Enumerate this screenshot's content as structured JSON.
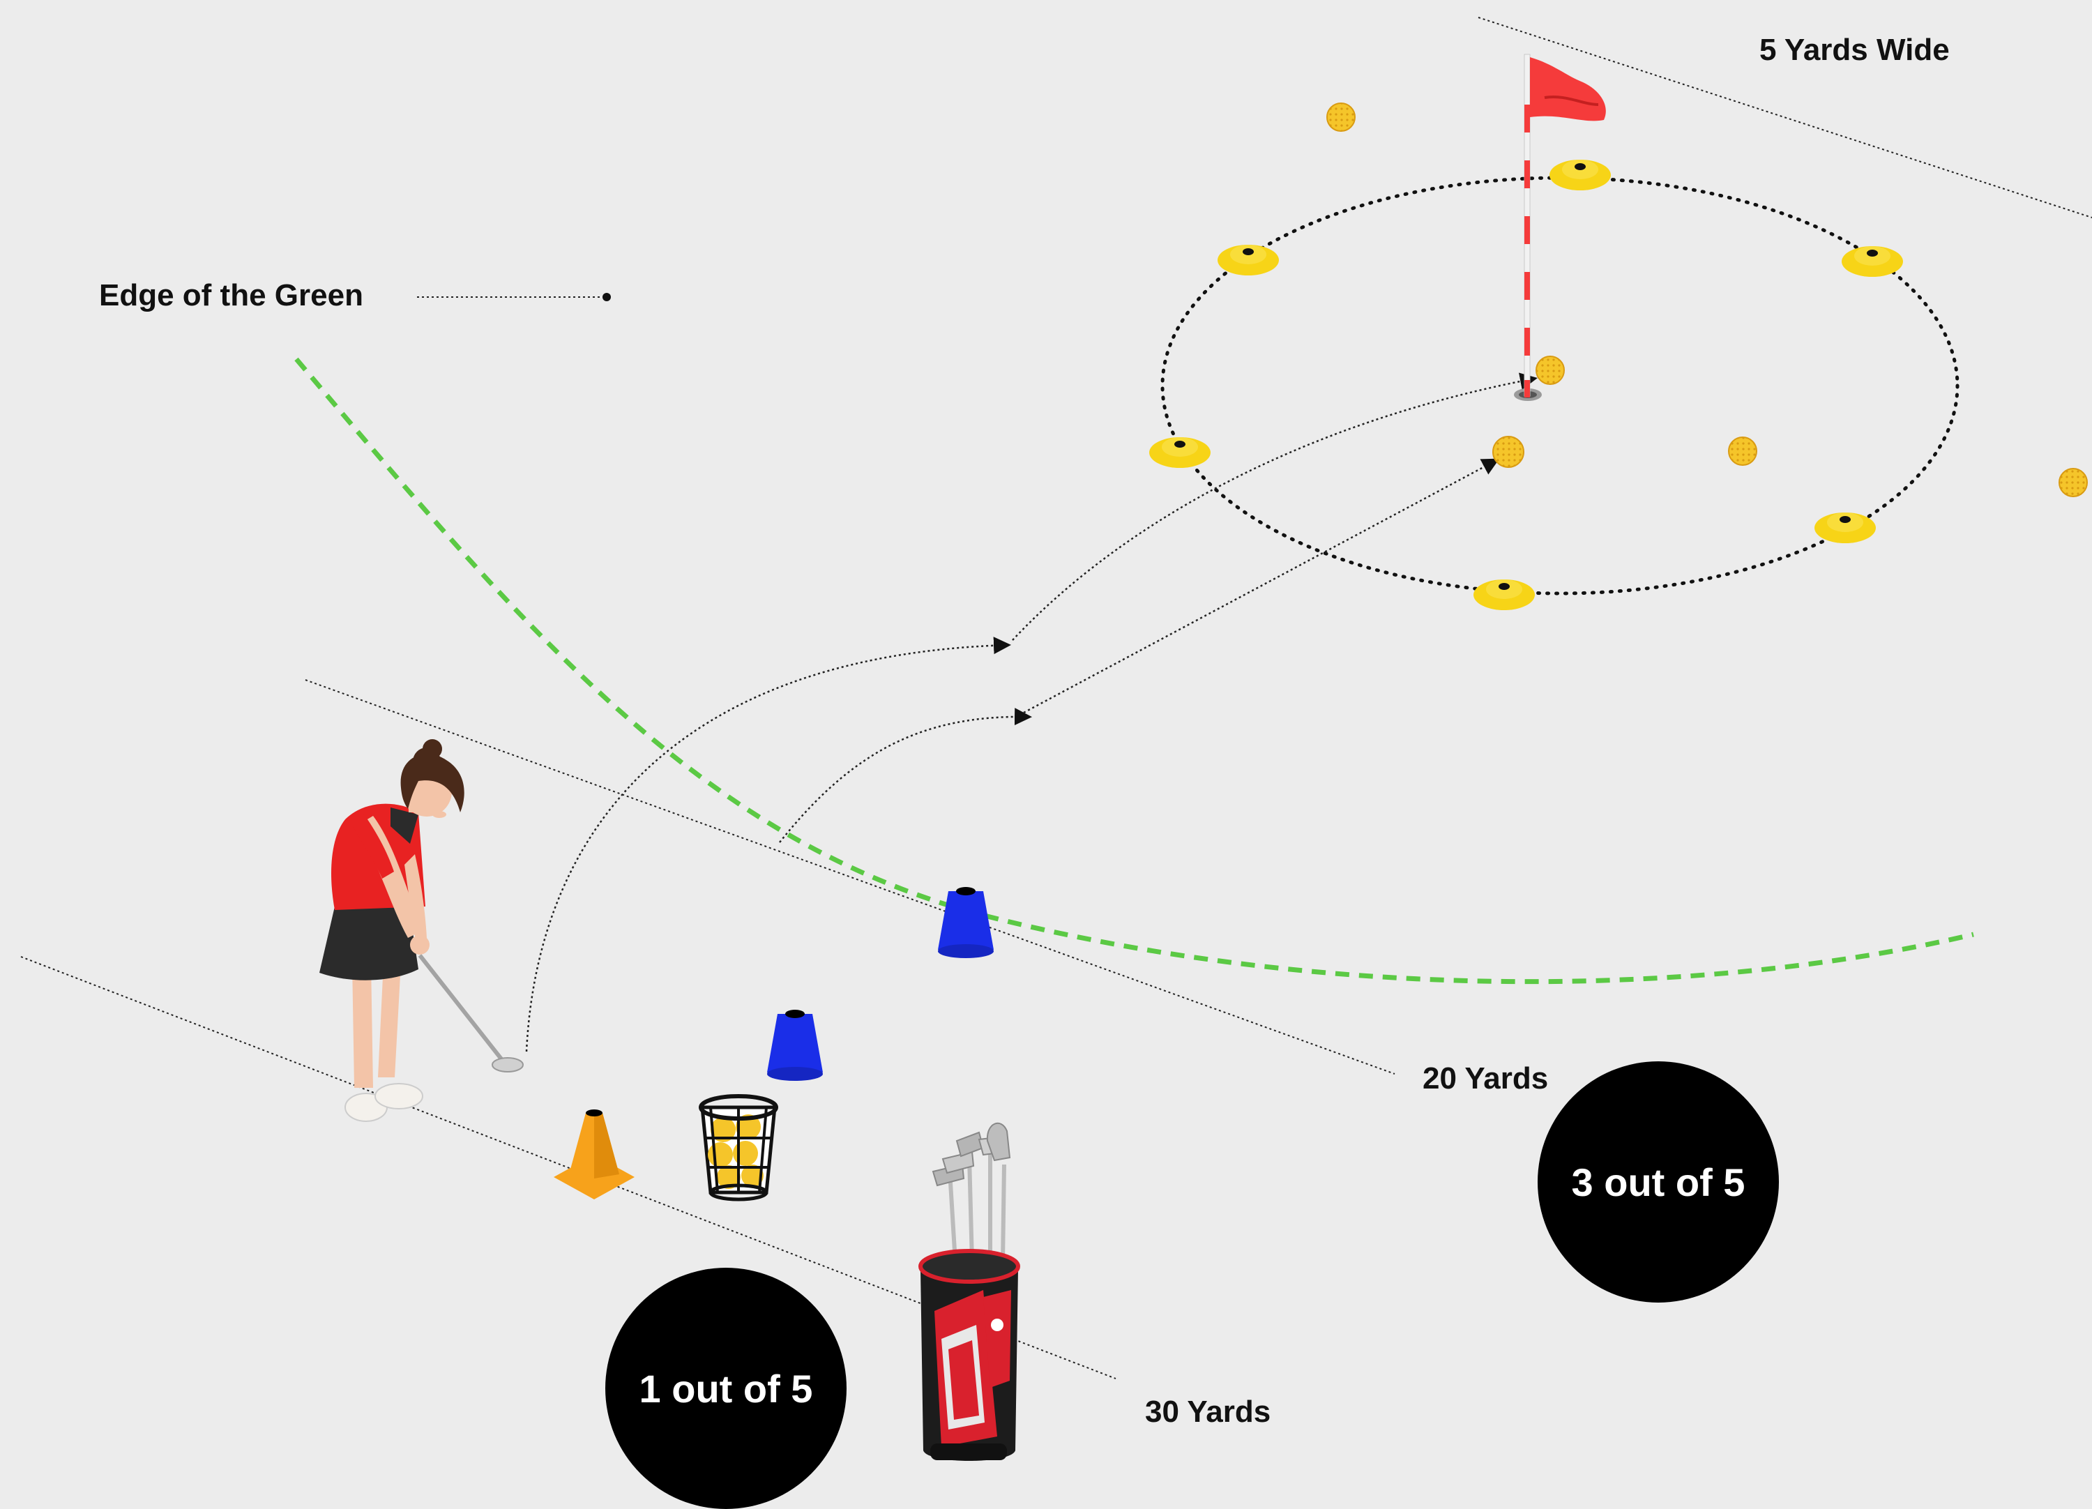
{
  "labels": {
    "edge_of_green": "Edge of the Green",
    "width": "5 Yards Wide",
    "yards_20": "20 Yards",
    "yards_30": "30 Yards"
  },
  "badges": {
    "score_3": "3 out of 5",
    "score_1": "1 out of 5"
  },
  "colors": {
    "background": "#ececec",
    "green_edge": "#5bc944",
    "flag": "#f53b3b",
    "cone_yellow": "#f7d417",
    "cone_blue": "#1a2ee8",
    "cone_orange": "#f7a21b",
    "ball": "#f5c52a"
  }
}
